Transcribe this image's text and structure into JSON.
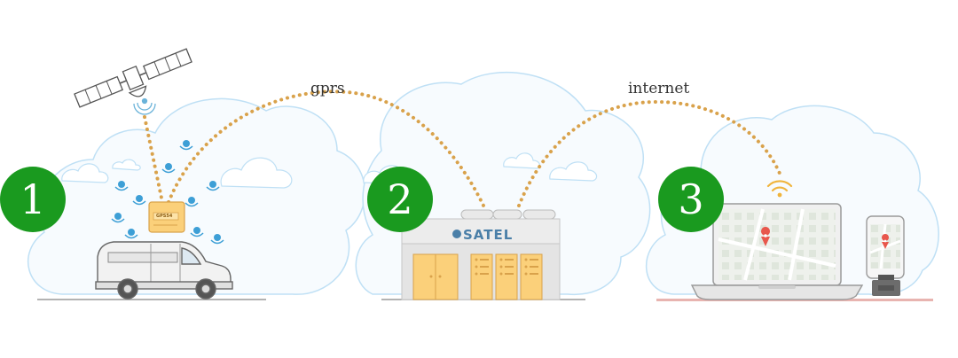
{
  "steps": [
    {
      "number": "1",
      "name": "vehicle-tracking"
    },
    {
      "number": "2",
      "name": "satel-server"
    },
    {
      "number": "3",
      "name": "user-monitoring"
    }
  ],
  "connections": {
    "gprs": "gprs",
    "internet": "internet"
  },
  "server": {
    "brand": "SATEL"
  },
  "device": {
    "label": "GPS54"
  },
  "colors": {
    "badge": "#1a9a1f",
    "dots": "#d9a24b",
    "cloud_stroke": "#bfe0f5",
    "cloud_fill": "#f7fbfe",
    "device": "#fbd07a",
    "pin": "#e8574c"
  },
  "icons": [
    "satellite-icon",
    "van-icon",
    "gps-device-icon",
    "server-building-icon",
    "wifi-icon",
    "laptop-icon",
    "smartphone-icon",
    "map-pin-icon"
  ]
}
